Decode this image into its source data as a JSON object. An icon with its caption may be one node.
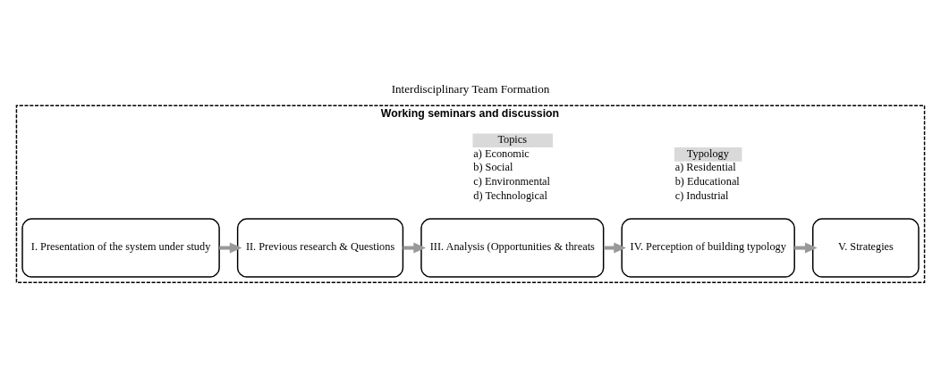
{
  "diagram": {
    "title": "Interdisciplinary Team Formation",
    "nodes": [
      {
        "text": [
          "Working seminars and discussion"
        ]
      },
      {
        "text": [
          "I. Presentation of the system under study"
        ],
        "in": 0
      },
      {
        "text": [
          "II. Previous research & Questions"
        ],
        "in": 0
      },
      {
        "text": [
          "III. Analysis (Opportunities & threats"
        ],
        "in": 0
      },
      {
        "text": [
          "IV. Perception of building typology"
        ],
        "in": 0
      },
      {
        "text": [
          "V. Strategies"
        ],
        "in": 0
      },
      {
        "text": [
          "Topics"
        ],
        "in": 0,
        "beside": [
          "a) Economic",
          "b) Social",
          "c) Environmental",
          "d) Technological"
        ]
      },
      {
        "text": [
          "Typology"
        ],
        "in": 0,
        "beside": [
          "a) Residential",
          "b) Educational",
          "c) Industrial"
        ]
      }
    ],
    "edges": [
      {
        "from": 1,
        "to": 2,
        "arrow": "to"
      },
      {
        "from": 2,
        "to": 3,
        "arrow": "to"
      },
      {
        "from": 3,
        "to": 4,
        "arrow": "to"
      },
      {
        "from": 4,
        "to": 5,
        "arrow": "to"
      }
    ]
  }
}
